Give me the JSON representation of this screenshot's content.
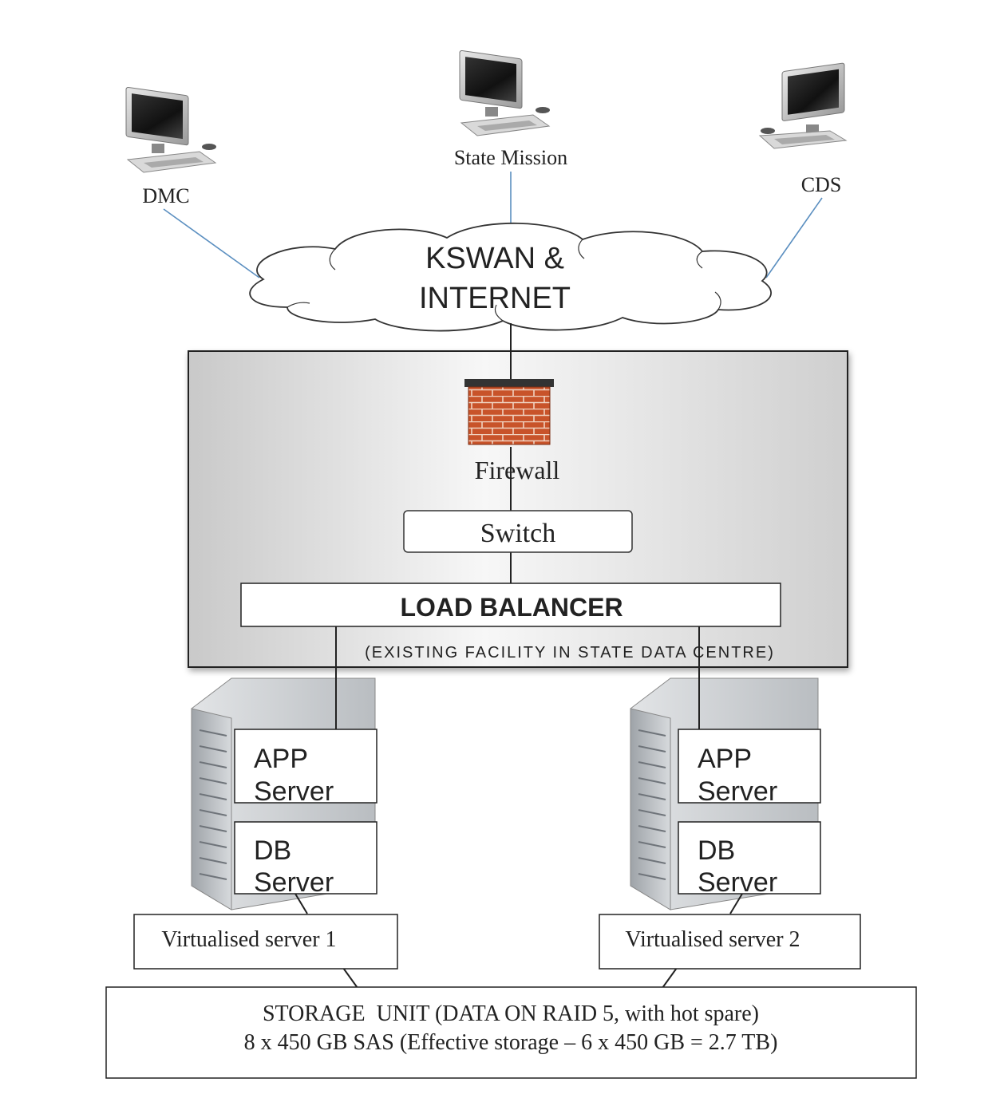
{
  "clients": {
    "dmc": "DMC",
    "state_mission": "State Mission",
    "cds": "CDS"
  },
  "network": {
    "line1": "KSWAN &",
    "line2": "INTERNET"
  },
  "datacentre": {
    "firewall": "Firewall",
    "switch": "Switch",
    "load_balancer": "LOAD BALANCER",
    "note": "(EXISTING FACILITY IN STATE DATA CENTRE)"
  },
  "servers": [
    {
      "app_line1": "APP",
      "app_line2": "Server",
      "db_line1": "DB",
      "db_line2": "Server",
      "label": "Virtualised server 1"
    },
    {
      "app_line1": "APP",
      "app_line2": "Server",
      "db_line1": "DB",
      "db_line2": "Server",
      "label": "Virtualised server 2"
    }
  ],
  "storage": {
    "line1": "STORAGE  UNIT (DATA ON RAID 5, with hot spare)",
    "line2": "8 x 450 GB SAS (Effective storage – 6 x 450 GB = 2.7 TB)"
  },
  "colors": {
    "link_blue": "#5b8fc0",
    "wire": "#333333",
    "dc_panel_light": "#fbfbfb",
    "dc_panel_dark": "#c8c8c8",
    "brick": "#c8532a"
  }
}
